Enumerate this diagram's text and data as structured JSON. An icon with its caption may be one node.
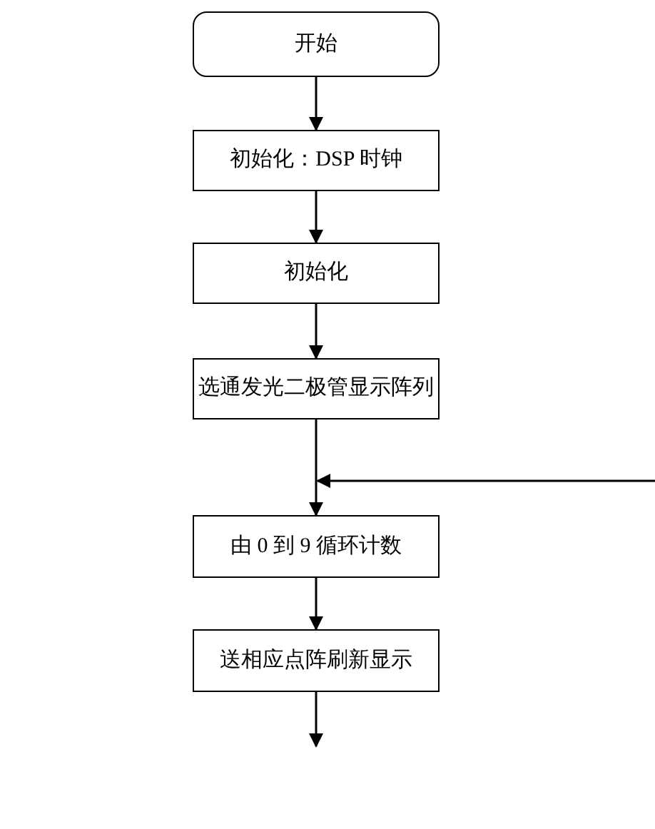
{
  "diagram": {
    "nodes": [
      {
        "text": [
          "开始"
        ]
      },
      {
        "text": [
          "初始化：DSP 时钟"
        ]
      },
      {
        "text": [
          "初始化"
        ]
      },
      {
        "text": [
          "选通发光二极管显示阵列"
        ]
      },
      {
        "text": [
          "由 0 到 9 循环计数"
        ]
      },
      {
        "text": [
          "送相应点阵刷新显示"
        ]
      }
    ],
    "edges": [
      {
        "from": 0,
        "to": 1,
        "arrow": "to"
      },
      {
        "from": 1,
        "to": 2,
        "arrow": "to"
      },
      {
        "from": 2,
        "to": 3,
        "arrow": "to"
      },
      {
        "from": 3,
        "to": 4,
        "arrow": "to"
      },
      {
        "from": null,
        "to": 4,
        "arrow": "to"
      },
      {
        "from": 4,
        "to": 5,
        "arrow": "to"
      },
      {
        "from": 5,
        "to": null,
        "arrow": "to"
      }
    ]
  }
}
